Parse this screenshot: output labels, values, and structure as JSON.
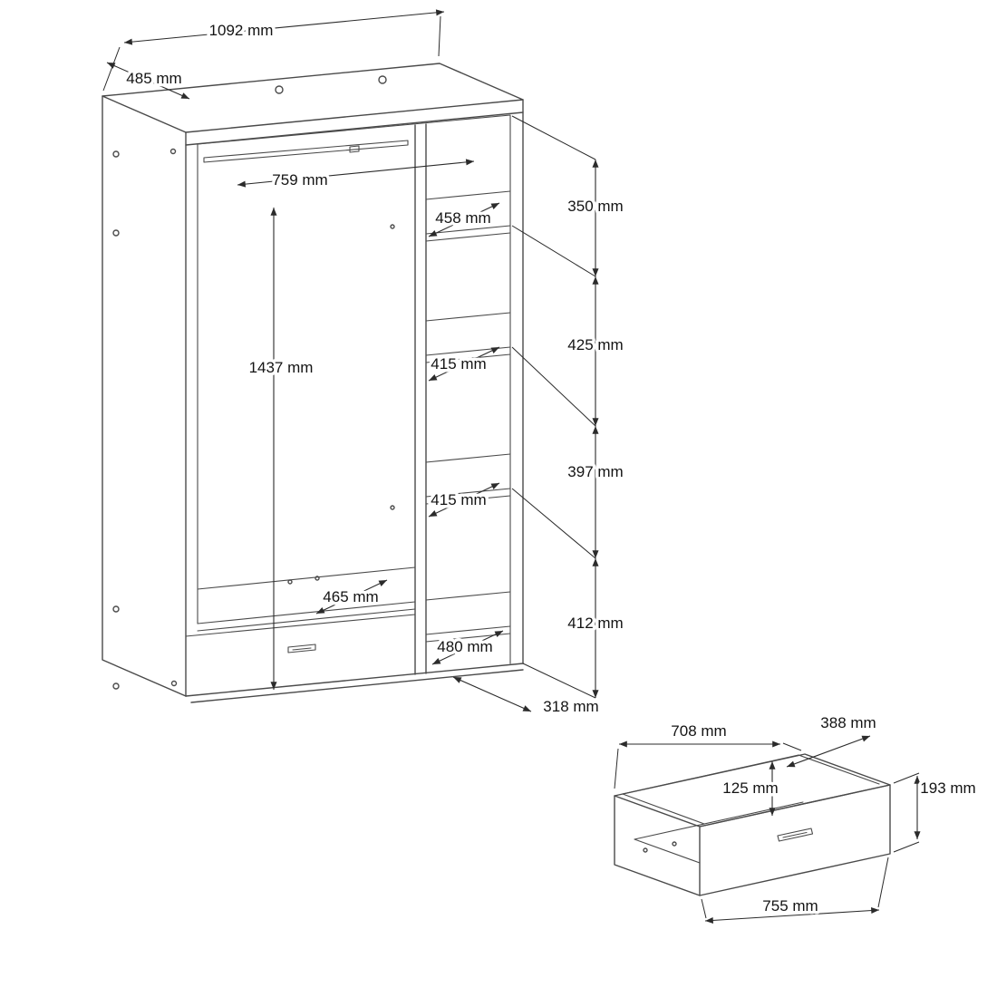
{
  "document": {
    "kind": "furniture-technical-drawing",
    "unit": "mm",
    "colors": {
      "line": "#4a4a4a",
      "dimension": "#2b2b2b",
      "text": "#141414",
      "background": "#ffffff"
    }
  },
  "wardrobe": {
    "overall_width": "1092 mm",
    "overall_depth": "485 mm",
    "hanging_rail_width": "759 mm",
    "interior_height": "1437 mm",
    "top_shelf_depth": "458 mm",
    "middle_shelf_depth": "415 mm",
    "lower_shelf_depth": "415 mm",
    "bottom_panel_depth": "465 mm",
    "bottom_shelf_depth": "480 mm",
    "base_depth": "318 mm",
    "top_gap": "350 mm",
    "second_gap": "425 mm",
    "third_gap": "397 mm",
    "bottom_gap": "412 mm"
  },
  "drawer": {
    "inner_width": "708 mm",
    "depth": "388 mm",
    "front_height": "193 mm",
    "inner_height": "125 mm",
    "front_width": "755 mm"
  }
}
